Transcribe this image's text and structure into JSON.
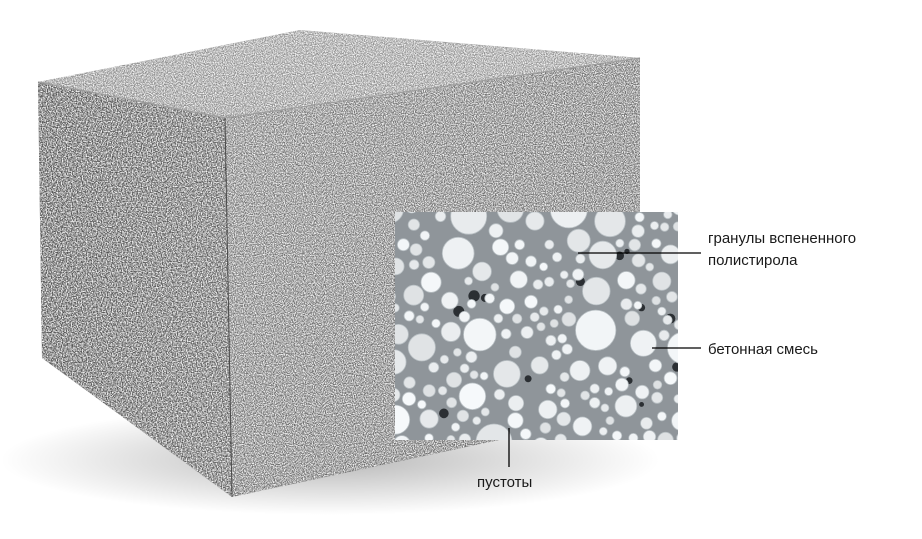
{
  "labels": {
    "granules_line1": "гранулы вспененного",
    "granules_line2": "полистирола",
    "concrete_mix": "бетонная смесь",
    "voids": "пустоты"
  },
  "colors": {
    "block_front": "#6e6e6e",
    "block_top": "#8a8a8a",
    "block_side": "#575757",
    "speckle": "#d9d9d9",
    "inset_bg": "#8f959a",
    "granule": "#e8ecef",
    "leader_line": "#000000"
  },
  "icons": {
    "block": "polystyrene-concrete-block-icon",
    "inset": "microstructure-magnified-icon"
  }
}
